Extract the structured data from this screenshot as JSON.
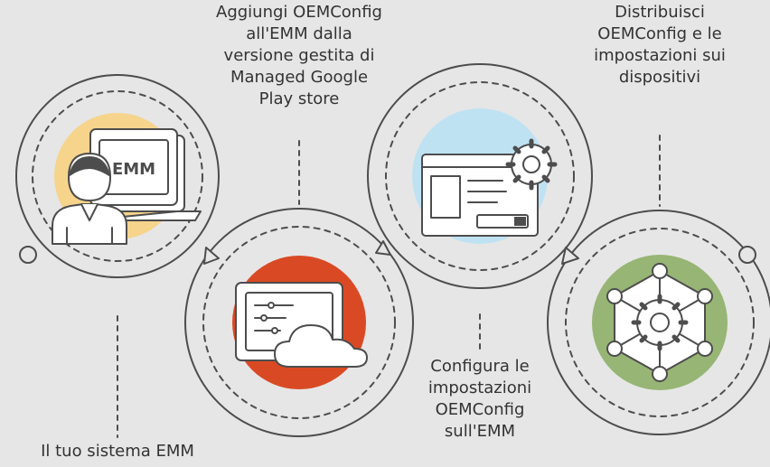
{
  "steps": [
    {
      "id": "emm-system",
      "icon": "person-laptop-emm-icon",
      "lines": [
        "Il tuo sistema EMM"
      ]
    },
    {
      "id": "add-oemconfig",
      "icon": "tablet-sliders-cloud-icon",
      "lines": [
        "Aggiungi OEMConfig",
        "all'EMM dalla",
        "versione gestita di",
        "Managed Google",
        "Play store"
      ]
    },
    {
      "id": "configure-settings",
      "icon": "browser-window-gear-icon",
      "lines": [
        "Configura le",
        "impostazioni",
        "OEMConfig",
        "sull'EMM"
      ]
    },
    {
      "id": "distribute",
      "icon": "device-network-gear-icon",
      "lines": [
        "Distribuisci",
        "OEMConfig e le",
        "impostazioni sui",
        "dispositivi"
      ]
    }
  ],
  "icon_text": {
    "emm_screen": "EMM"
  },
  "colors": {
    "background": "#e6e6e6",
    "line": "#4d4d4d",
    "yellow": "#f6d48c",
    "red": "#d94a24",
    "blue": "#bfe2f3",
    "green": "#97b574",
    "icon_fill": "#ffffff"
  }
}
